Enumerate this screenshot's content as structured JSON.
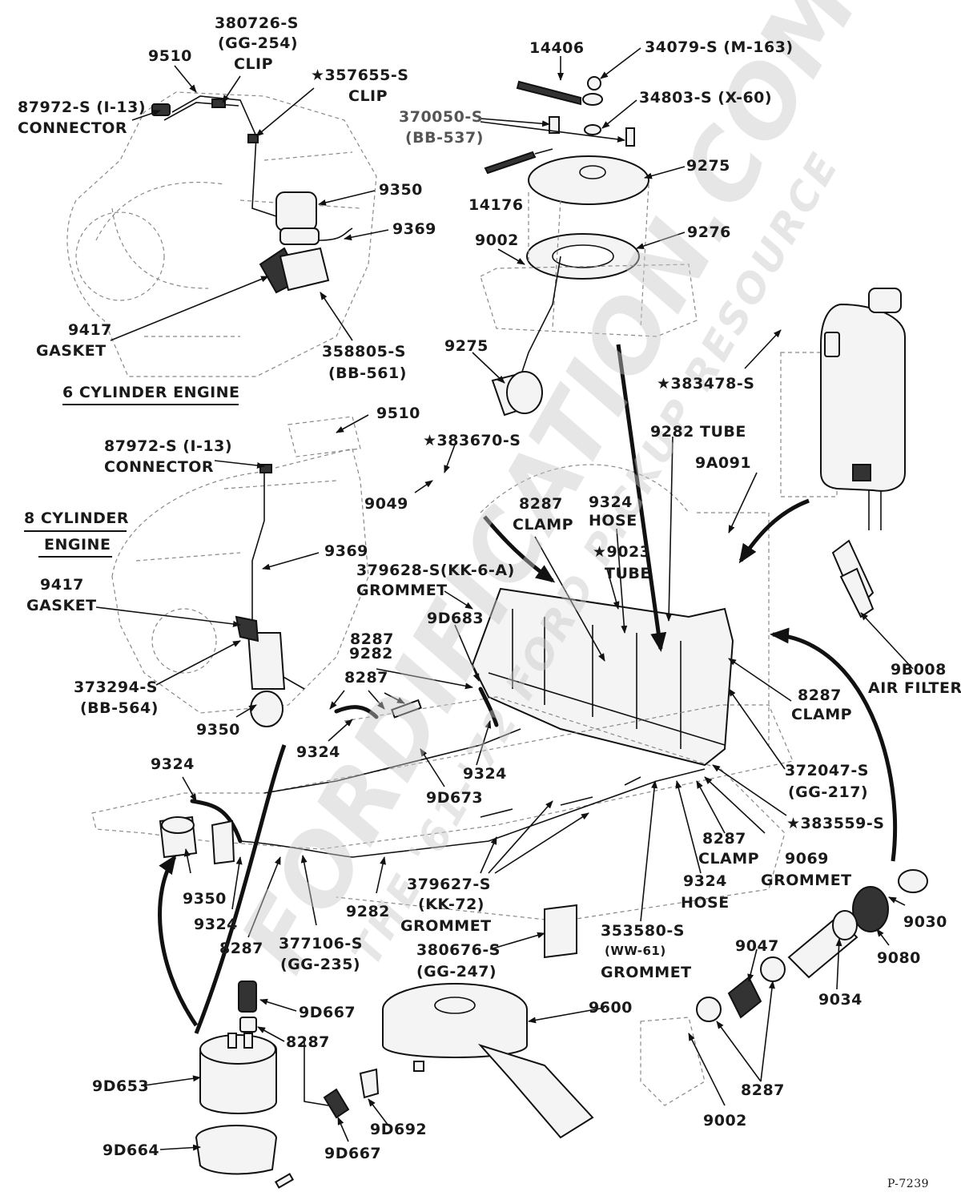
{
  "watermark": {
    "main": "FORDIFICATION.COM",
    "sub": "THE '61-'72 FORD PICKUP RESOURCE"
  },
  "sections": {
    "six_cyl": "6 CYLINDER ENGINE",
    "eight_cyl_line1": "8 CYLINDER",
    "eight_cyl_line2": "ENGINE"
  },
  "labels": {
    "l_9510_top": "9510",
    "l_380726_1": "380726-S",
    "l_380726_2": "(GG-254)",
    "l_380726_3": "CLIP",
    "l_357655_1": "★357655-S",
    "l_357655_2": "CLIP",
    "l_87972_top_1": "87972-S (I-13)",
    "l_87972_top_2": "CONNECTOR",
    "l_9350_top": "9350",
    "l_9369_top": "9369",
    "l_9417_top_1": "9417",
    "l_9417_top_2": "GASKET",
    "l_358805_1": "358805-S",
    "l_358805_2": "(BB-561)",
    "l_14406": "14406",
    "l_34079": "34079-S (M-163)",
    "l_34803": "34803-S (X-60)",
    "l_370050_1": "370050-S",
    "l_370050_2": "(BB-537)",
    "l_9275_top": "9275",
    "l_14176": "14176",
    "l_9002_top": "9002",
    "l_9276": "9276",
    "l_9275_low": "9275",
    "l_383478": "★383478-S",
    "l_9282_tube": "9282 TUBE",
    "l_9A091": "9A091",
    "l_9510_mid": "9510",
    "l_87972_mid_1": "87972-S (I-13)",
    "l_87972_mid_2": "CONNECTOR",
    "l_383670": "★383670-S",
    "l_9049": "9049",
    "l_8287_clamp_1": "8287",
    "l_8287_clamp_2": "CLAMP",
    "l_9324_hose_top_1": "9324",
    "l_9324_hose_top_2": "HOSE",
    "l_9023_1": "★9023",
    "l_9023_2": "TUBE",
    "l_9369_mid": "9369",
    "l_9417_mid_1": "9417",
    "l_9417_mid_2": "GASKET",
    "l_379628_1": "379628-S(KK-6-A)",
    "l_379628_2": "GROMMET",
    "l_9D683": "9D683",
    "l_8287_a": "8287",
    "l_9282_a": "9282",
    "l_8287_b": "8287",
    "l_373294_1": "373294-S",
    "l_373294_2": "(BB-564)",
    "l_9350_mid": "9350",
    "l_9324_a": "9324",
    "l_9324_b": "9324",
    "l_9D673": "9D673",
    "l_9B008_1": "9B008",
    "l_9B008_2": "AIR FILTER",
    "l_8287_clamp_r_1": "8287",
    "l_8287_clamp_r_2": "CLAMP",
    "l_372047_1": "372047-S",
    "l_372047_2": "(GG-217)",
    "l_383559": "★383559-S",
    "l_9324_left": "9324",
    "l_9350_low": "9350",
    "l_9324_low": "9324",
    "l_8287_low": "8287",
    "l_377106_1": "377106-S",
    "l_377106_2": "(GG-235)",
    "l_9282_low": "9282",
    "l_379627_1": "379627-S",
    "l_379627_2": "(KK-72)",
    "l_379627_3": "GROMMET",
    "l_380676_1": "380676-S",
    "l_380676_2": "(GG-247)",
    "l_8287_clamp_c_1": "8287",
    "l_8287_clamp_c_2": "CLAMP",
    "l_9324_hose_c_1": "9324",
    "l_9324_hose_c_2": "HOSE",
    "l_9069_1": "9069",
    "l_9069_2": "GROMMET",
    "l_353580_1": "353580-S",
    "l_353580_2": "(WW-61)",
    "l_353580_3": "GROMMET",
    "l_9030": "9030",
    "l_9080": "9080",
    "l_9047": "9047",
    "l_9034": "9034",
    "l_9D667_a": "9D667",
    "l_8287_c": "8287",
    "l_9600": "9600",
    "l_9D653": "9D653",
    "l_9D692": "9D692",
    "l_9D667_b": "9D667",
    "l_9D664": "9D664",
    "l_8287_d": "8287",
    "l_9002_low": "9002",
    "plate": "P-7239"
  }
}
